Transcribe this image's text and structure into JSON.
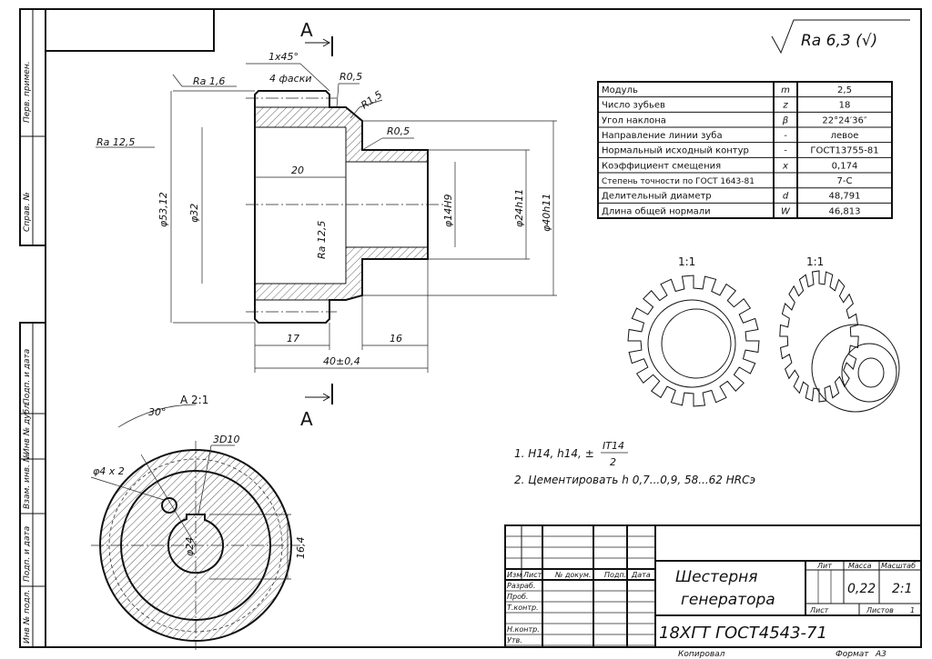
{
  "side_strip": [
    "Перв. примен.",
    "Справ. №",
    "Подп. и дата",
    "Инв № дубл.",
    "Взам. инв. №",
    "Подп. и дата",
    "Инв № подл."
  ],
  "roughness_general": "Ra 6,3 (√)",
  "section_mark": "A",
  "section_view": {
    "title": "A 2:1",
    "angle": "30°",
    "fit": "3D10",
    "holes": "φ4 x 2",
    "bore": "φ24",
    "key_dim": "16,4"
  },
  "dimensions": {
    "chamfer": "1x45°",
    "chamfer_count": "4 фаски",
    "r1": "R0,5",
    "r2": "R1,5",
    "r3": "R0,5",
    "ra16": "Ra 1,6",
    "ra125a": "Ra 12,5",
    "ra125b": "Ra 12,5",
    "d5312": "φ53,12",
    "d32": "φ32",
    "len20": "20",
    "d14": "φ14H9",
    "d24": "φ24h11",
    "d40": "φ40h11",
    "len17": "17",
    "len16": "16",
    "len40": "40±0,4"
  },
  "params_table": [
    {
      "name": "Модуль",
      "sym": "m",
      "val": "2,5"
    },
    {
      "name": "Число зубьев",
      "sym": "z",
      "val": "18"
    },
    {
      "name": "Угол наклона",
      "sym": "β",
      "val": "22°24′36″"
    },
    {
      "name": "Направление линии зуба",
      "sym": "-",
      "val": "левое"
    },
    {
      "name": "Нормальный исходный контур",
      "sym": "-",
      "val": "ГОСТ13755-81"
    },
    {
      "name": "Коэффициент смещения",
      "sym": "x",
      "val": "0,174"
    },
    {
      "name": "Степень точности по ГОСТ 1643-81",
      "sym": "",
      "val": "7-C"
    },
    {
      "name": "Делительный диаметр",
      "sym": "d",
      "val": "48,791"
    },
    {
      "name": "Длина общей нормали",
      "sym": "W",
      "val": "46,813"
    }
  ],
  "views": {
    "scale_left": "1:1",
    "scale_right": "1:1"
  },
  "notes": {
    "n1": "1. H14, h14, ±",
    "n1_num": "IT14",
    "n1_den": "2",
    "n2": "2. Цементировать h 0,7...0,9, 58...62 HRCэ"
  },
  "title_block": {
    "col_headers": [
      "Изм",
      "Лист",
      "№ докум.",
      "Подп.",
      "Дата"
    ],
    "roles": [
      "Разраб.",
      "Проб.",
      "Т.контр.",
      "",
      "Н.контр.",
      "Утв."
    ],
    "name_line1": "Шестерня",
    "name_line2": "генератора",
    "material": "18ХГТ ГОСТ4543-71",
    "lit": "Лит",
    "mass_label": "Масса",
    "scale_label": "Масштаб",
    "mass": "0,22",
    "scale": "2:1",
    "sheet": "Лист",
    "sheets": "Листов",
    "sheets_val": "1",
    "copied": "Копировал",
    "format": "Формат",
    "format_val": "А3"
  }
}
